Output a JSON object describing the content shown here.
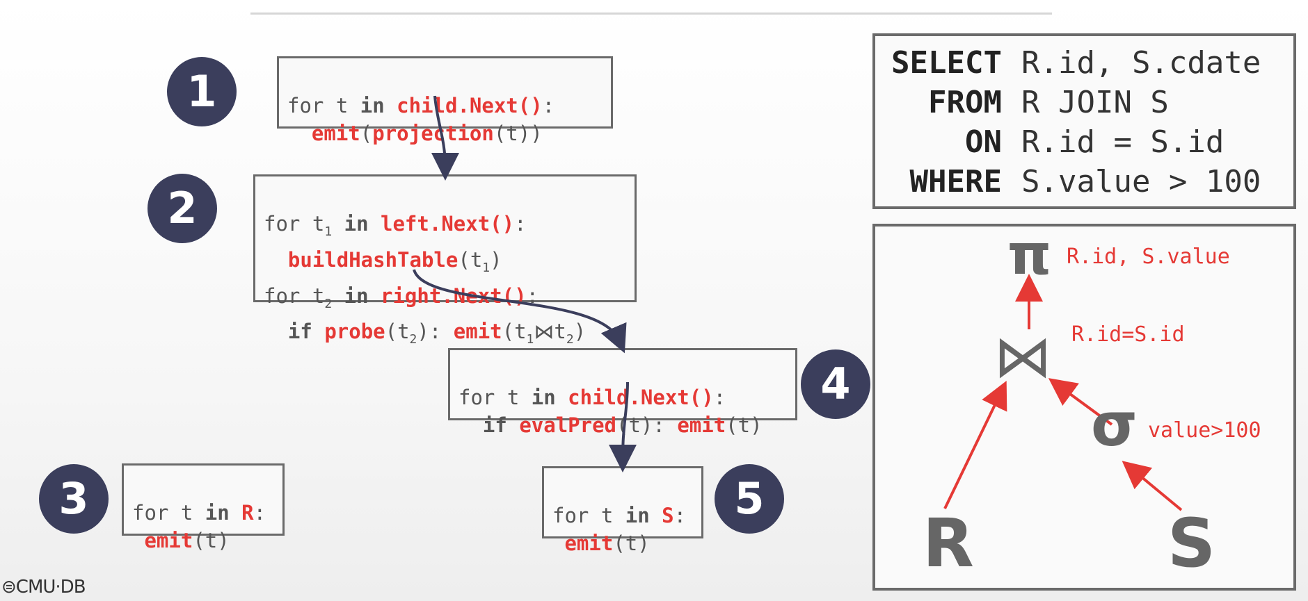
{
  "operators": {
    "op1": {
      "number": "1",
      "line1": {
        "a": "for t ",
        "b": "in",
        "c": " ",
        "d": "child.Next()",
        "e": ":"
      },
      "line2": {
        "a": "  ",
        "b": "emit",
        "c": "(",
        "d": "projection",
        "e": "(t))"
      }
    },
    "op2": {
      "number": "2",
      "line1": {
        "a": "for t",
        "sub": "1",
        "b": " ",
        "c": "in",
        "d": " ",
        "e": "left.Next()",
        "f": ":"
      },
      "line2": {
        "a": "  ",
        "b": "buildHashTable",
        "c": "(t",
        "sub": "1",
        "d": ")"
      },
      "line3": {
        "a": "for t",
        "sub": "2",
        "b": " ",
        "c": "in",
        "d": " ",
        "e": "right.Next()",
        "f": ":"
      },
      "line4": {
        "a": "  ",
        "b": "if",
        "c": " ",
        "d": "probe",
        "e": "(t",
        "sub": "2",
        "f": "): ",
        "g": "emit",
        "h": "(t",
        "sub2": "1",
        "i": "⋈t",
        "sub3": "2",
        "j": ")"
      }
    },
    "op3": {
      "number": "3",
      "line1": {
        "a": "for t ",
        "b": "in",
        "c": " ",
        "d": "R",
        "e": ":"
      },
      "line2": {
        "a": " ",
        "b": "emit",
        "c": "(t)"
      }
    },
    "op4": {
      "number": "4",
      "line1": {
        "a": "for t ",
        "b": "in",
        "c": " ",
        "d": "child.Next()",
        "e": ":"
      },
      "line2": {
        "a": "  ",
        "b": "if",
        "c": " ",
        "d": "evalPred",
        "e": "(t): ",
        "f": "emit",
        "g": "(t)"
      }
    },
    "op5": {
      "number": "5",
      "line1": {
        "a": "for t ",
        "b": "in",
        "c": " ",
        "d": "S",
        "e": ":"
      },
      "line2": {
        "a": " ",
        "b": "emit",
        "c": "(t)"
      }
    }
  },
  "sql": [
    {
      "kw": "SELECT",
      "text": "R.id, S.cdate"
    },
    {
      "kw": "FROM",
      "text": "R JOIN S"
    },
    {
      "kw": "ON",
      "text": "R.id = S.id"
    },
    {
      "kw": "WHERE",
      "text": "S.value > 100"
    }
  ],
  "tree": {
    "projection_symbol": "π",
    "projection_label": "R.id, S.value",
    "join_symbol": "⋈",
    "join_label": "R.id=S.id",
    "selection_symbol": "σ",
    "selection_label": "value>100",
    "left_relation": "R",
    "right_relation": "S"
  },
  "logo": "⊜CMU·DB",
  "colors": {
    "accent": "#e53935",
    "circle": "#3b3e5c",
    "arrow": "#3b3e5c"
  }
}
